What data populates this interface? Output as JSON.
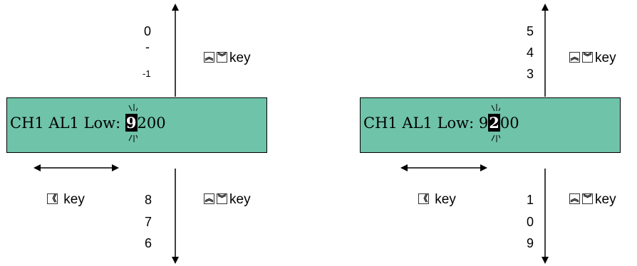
{
  "panels": [
    {
      "lcd": {
        "prefix": "CH1 AL1 Low: ",
        "highlighted_digit": "9",
        "suffix": "200"
      },
      "top_values": [
        "0",
        "-",
        "-1"
      ],
      "bottom_values": [
        "8",
        "7",
        "6"
      ],
      "up_down_key_label": "key",
      "shift_key_label": "key",
      "icons": [
        "double-up-key-icon",
        "double-down-key-icon",
        "double-left-key-icon"
      ]
    },
    {
      "lcd": {
        "prefix": "CH1 AL1 Low: 9",
        "highlighted_digit": "2",
        "suffix": "00"
      },
      "top_values": [
        "5",
        "4",
        "3"
      ],
      "bottom_values": [
        "1",
        "0",
        "9"
      ],
      "up_down_key_label": "key",
      "shift_key_label": "key",
      "icons": [
        "double-up-key-icon",
        "double-down-key-icon",
        "double-left-key-icon"
      ]
    }
  ],
  "colors": {
    "lcd_background": "#6fc3a8",
    "highlight": "#000000"
  }
}
